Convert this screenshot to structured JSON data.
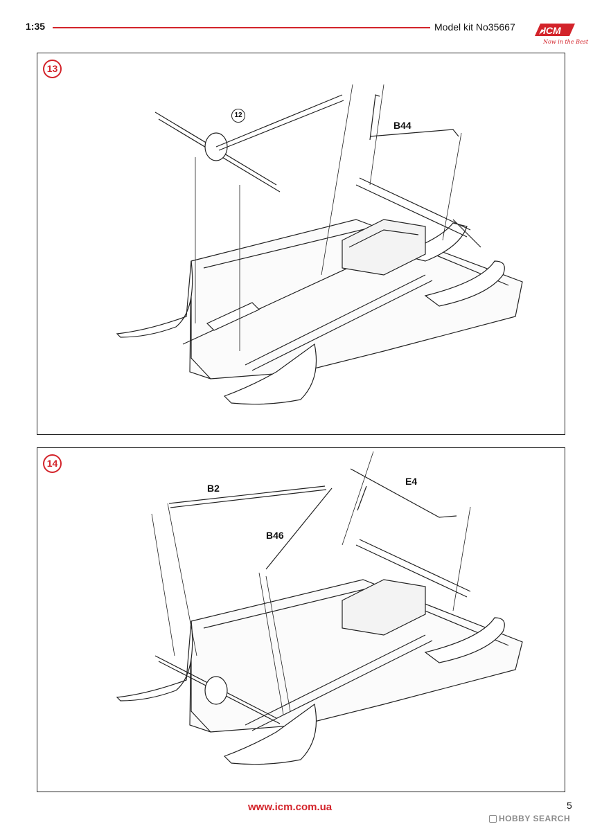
{
  "header": {
    "scale": "1:35",
    "model_kit": "Model kit No35667",
    "logo_text": "ICM",
    "logo_tagline": "Now in the Best"
  },
  "steps": [
    {
      "number": "13",
      "ref_step": "12",
      "parts": [
        "B44"
      ]
    },
    {
      "number": "14",
      "parts": [
        "B2",
        "E4",
        "B46"
      ]
    }
  ],
  "footer": {
    "url": "www.icm.com.ua",
    "page_number": "5",
    "watermark": "HOBBY SEARCH"
  },
  "colors": {
    "accent_red": "#d3232a",
    "line": "#222222"
  }
}
